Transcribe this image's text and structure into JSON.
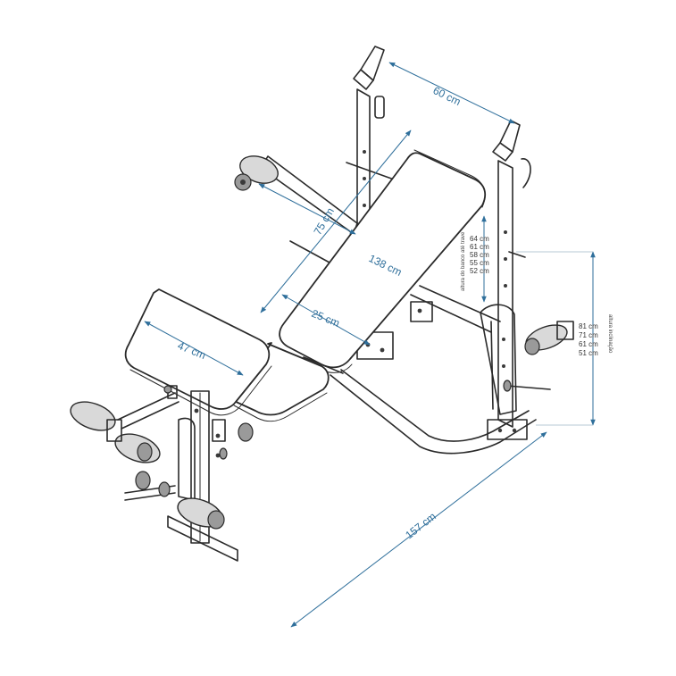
{
  "dimensions": {
    "width_top": "60 cm",
    "backrest_width": "75 cm",
    "bench_length": "138 cm",
    "seat_offset": "25 cm",
    "leg_pad_length": "47 cm",
    "total_length": "157 cm"
  },
  "bench_heights": {
    "label": "altura do banco até trave",
    "values": [
      "64 cm",
      "61 cm",
      "58 cm",
      "55 cm",
      "52 cm"
    ]
  },
  "rack_heights": {
    "label": "altura inclinação",
    "values": [
      "81 cm",
      "71 cm",
      "61 cm",
      "51 cm"
    ]
  },
  "colors": {
    "dimension": "#2f6f9b",
    "frame": "#2a2a2a",
    "background": "#ffffff"
  }
}
